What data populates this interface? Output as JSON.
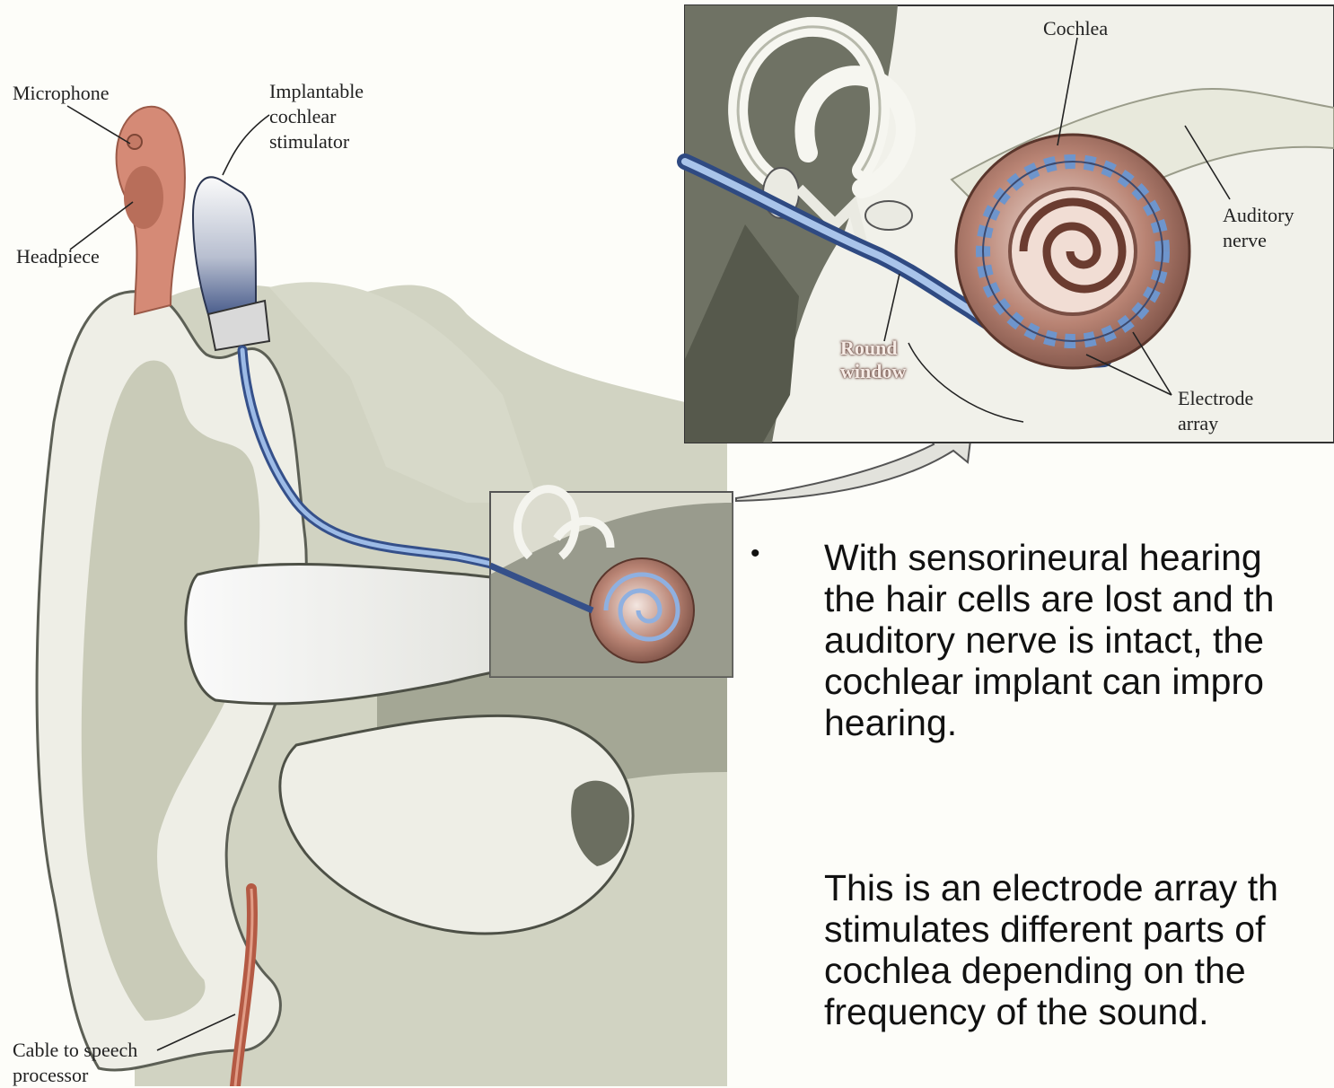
{
  "diagram": {
    "labels": {
      "microphone": "Microphone",
      "implantable_stimulator": "Implantable\ncochlear\nstimulator",
      "headpiece": "Headpiece",
      "cable": "Cable to speech\nprocessor",
      "cochlea": "Cochlea",
      "auditory_nerve": "Auditory\nnerve",
      "round_window": "Round\nwindow",
      "electrode_array": "Electrode\narray"
    }
  },
  "slide": {
    "bullet": "•",
    "paragraph1": [
      "With sensorineural hearing",
      "the hair cells are lost and th",
      "auditory nerve is intact, the",
      "cochlear implant can impro",
      "hearing."
    ],
    "paragraph2": [
      "This is an electrode array th",
      "stimulates different parts of",
      "cochlea depending on the",
      "frequency of the sound."
    ]
  },
  "colors": {
    "background": "#fdfdf9",
    "tissue": "#c9cbb8",
    "cartilage": "#eeeee6",
    "cochlea": "#a06f60",
    "electrode": "#6e95cc",
    "headpiece": "#d58a76"
  }
}
